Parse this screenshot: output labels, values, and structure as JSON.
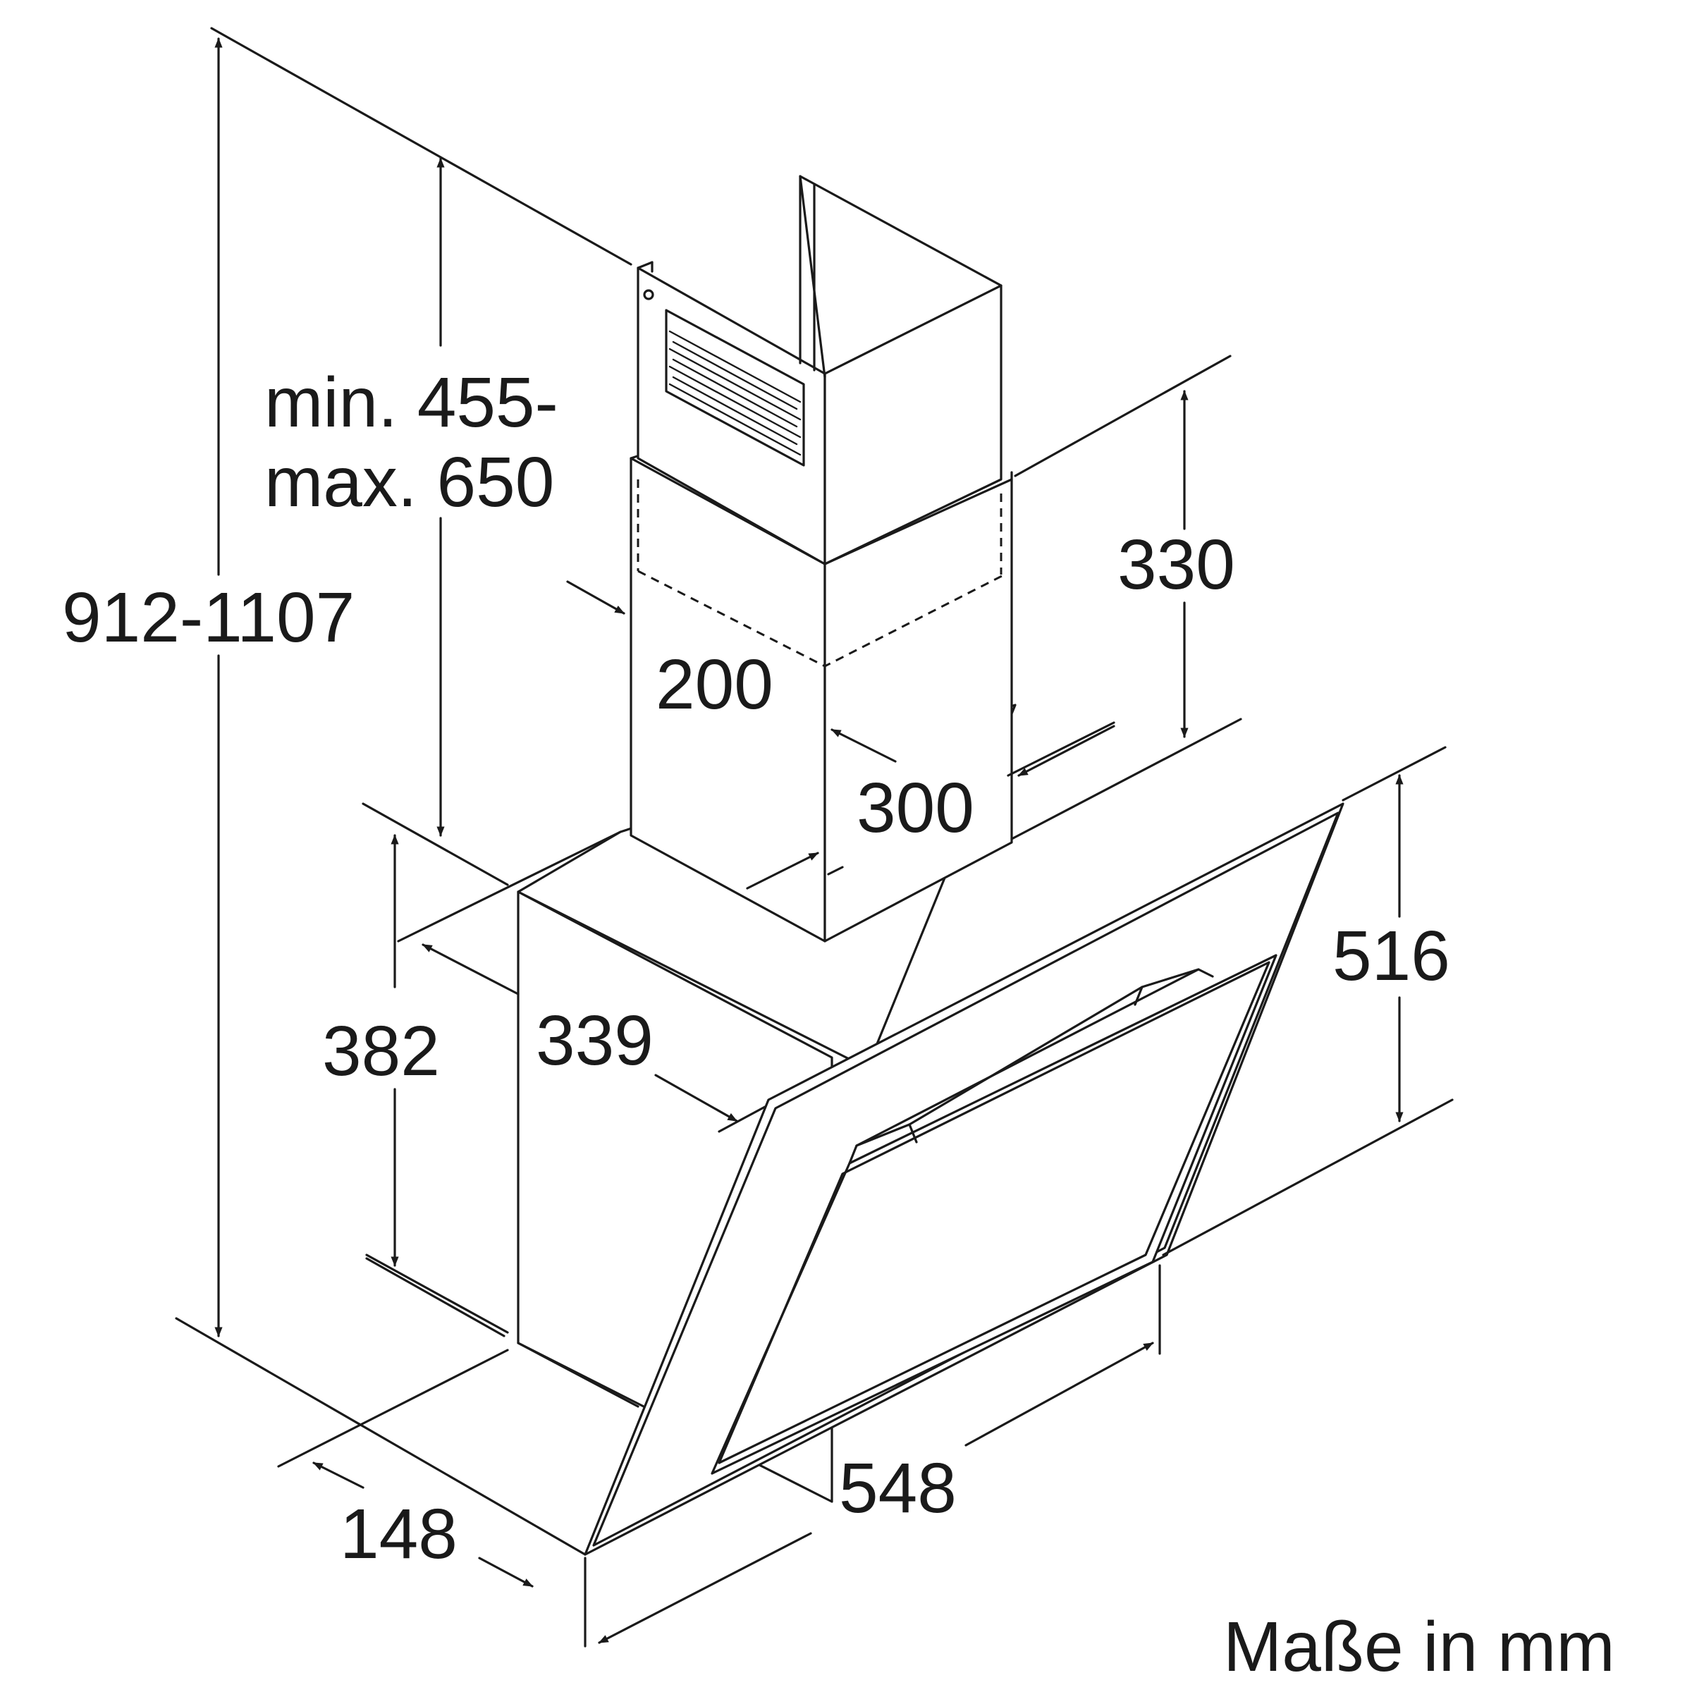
{
  "dimensions": {
    "total_height": "912-1107",
    "chimney_range_line1": "min. 455-",
    "chimney_range_line2": "max. 650",
    "chimney_depth": "200",
    "chimney_width": "300",
    "chimney_upper_height": "330",
    "glass_height": "516",
    "body_height": "382",
    "body_depth": "339",
    "bottom_depth": "148",
    "hood_width": "548"
  },
  "units_note": "Maße in mm"
}
